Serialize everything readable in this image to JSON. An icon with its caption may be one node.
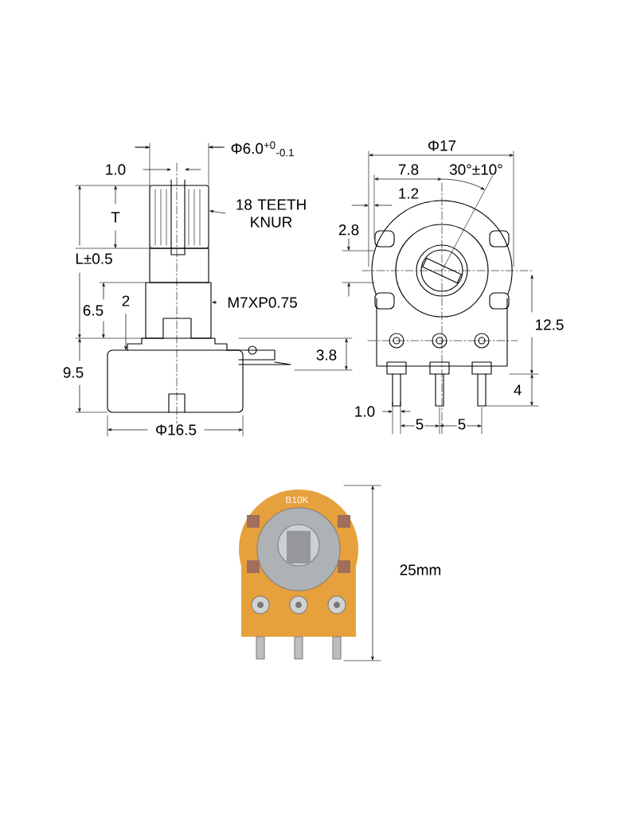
{
  "diagram": {
    "nodes": [
      {
        "text": [
          "18 TEETH KNUR"
        ]
      },
      {
        "text": [
          "M7XP0.75"
        ]
      }
    ],
    "edges": [
      {
        "from": 0,
        "to": null,
        "arrow": "to"
      },
      {
        "from": 1,
        "to": null,
        "arrow": "to"
      }
    ],
    "labels": [
      "Φ6.0$^{+0}$$_{-0.1}$",
      "1.0",
      "T",
      "L±0.5",
      "6.5",
      "2",
      "3.8",
      "9.5",
      "Φ16.5",
      "Φ17",
      "7.8",
      "30°±10°",
      "1.2",
      "2.8",
      "12.5",
      "4",
      "1.0",
      "5",
      "5",
      "B10K",
      "25mm"
    ]
  }
}
